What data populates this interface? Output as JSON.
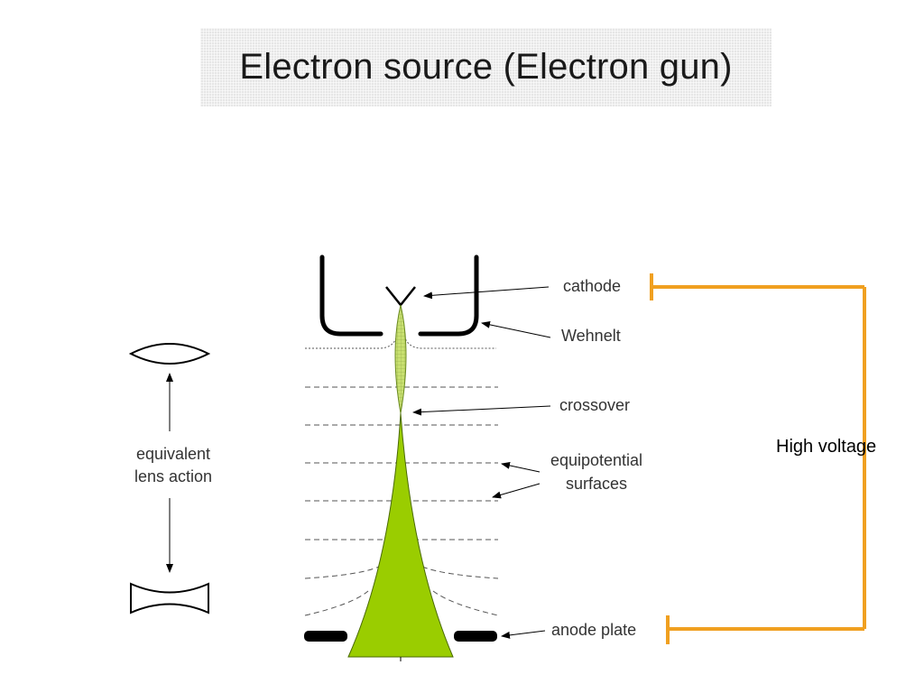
{
  "title": "Electron source (Electron gun)",
  "labels": {
    "cathode": "cathode",
    "wehnelt": "Wehnelt",
    "crossover": "crossover",
    "equipotential_line1": "equipotential",
    "equipotential_line2": "surfaces",
    "anode_plate": "anode plate",
    "lens_line1": "equivalent",
    "lens_line2": "lens action",
    "high_voltage": "High voltage"
  },
  "colors": {
    "beam": "#9acd00",
    "beam_upper": "#c8e070",
    "bracket": "#f0a020",
    "electrodes": "#000000"
  }
}
